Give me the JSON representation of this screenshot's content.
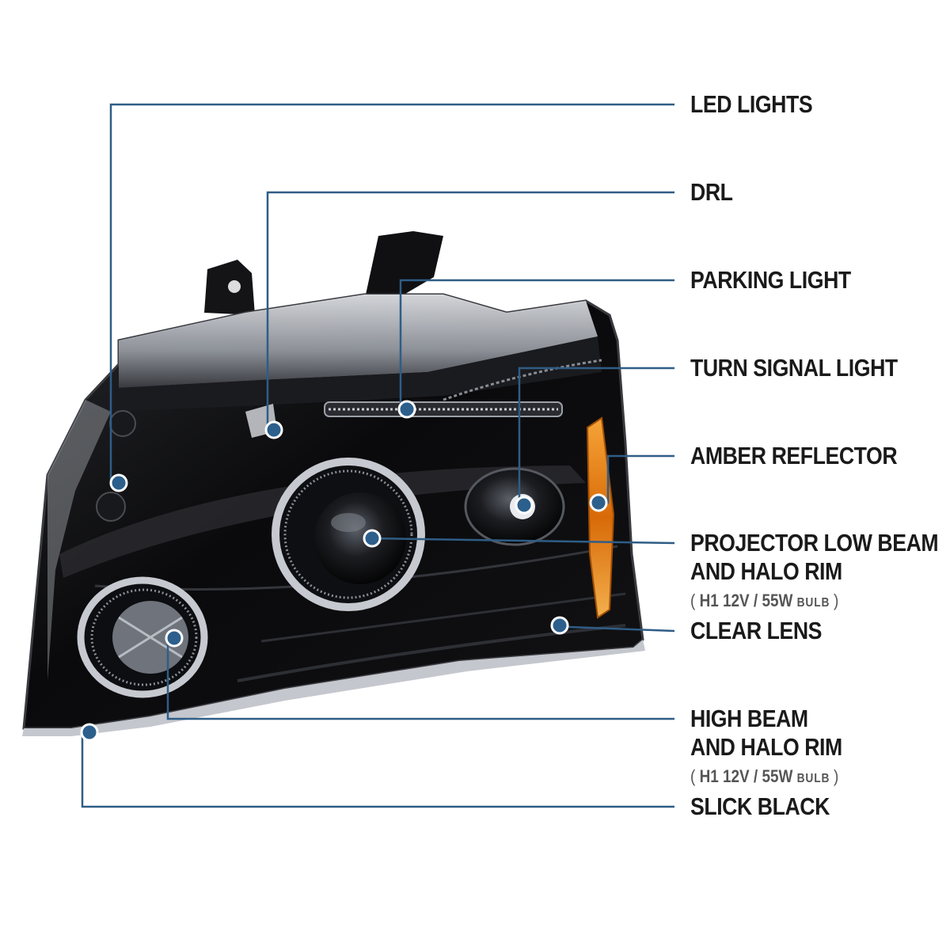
{
  "colors": {
    "leader_line": "#2f5d86",
    "marker_fill": "#2c5f8c",
    "marker_ring": "#ffffff",
    "housing": "#0b0b0d",
    "chrome": "#b9bcc2",
    "amber": "#e07a10"
  },
  "callouts": [
    {
      "id": "led-lights",
      "line1": "LED LIGHTS",
      "line2": "",
      "spec": "",
      "bulb": ""
    },
    {
      "id": "drl",
      "line1": "DRL",
      "line2": "",
      "spec": "",
      "bulb": ""
    },
    {
      "id": "parking-light",
      "line1": "PARKING LIGHT",
      "line2": "",
      "spec": "",
      "bulb": ""
    },
    {
      "id": "turn-signal-light",
      "line1": "TURN SIGNAL LIGHT",
      "line2": "",
      "spec": "",
      "bulb": ""
    },
    {
      "id": "amber-reflector",
      "line1": "AMBER REFLECTOR",
      "line2": "",
      "spec": "",
      "bulb": ""
    },
    {
      "id": "projector-low-beam",
      "line1": "PROJECTOR LOW BEAM",
      "line2": "AND HALO RIM",
      "spec": "H1  12V / 55W",
      "bulb": "BULB"
    },
    {
      "id": "clear-lens",
      "line1": "CLEAR LENS",
      "line2": "",
      "spec": "",
      "bulb": ""
    },
    {
      "id": "high-beam",
      "line1": "HIGH BEAM",
      "line2": "AND HALO RIM",
      "spec": "H1  12V / 55W",
      "bulb": "BULB"
    },
    {
      "id": "slick-black",
      "line1": "SLICK BLACK",
      "line2": "",
      "spec": "",
      "bulb": ""
    }
  ],
  "paren_open": "(",
  "paren_close": ")"
}
